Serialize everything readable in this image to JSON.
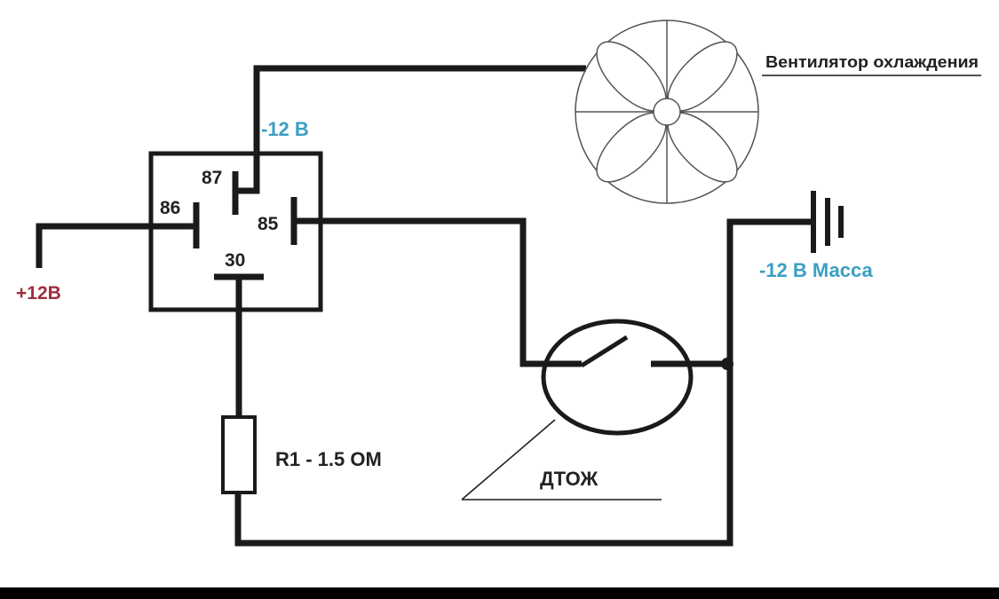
{
  "labels": {
    "fan": "Вентилятор охлаждения",
    "minus12v_top": "-12 В",
    "pin87": "87",
    "pin86": "86",
    "pin85": "85",
    "pin30": "30",
    "plus12v": "+12В",
    "ground": "-12 В Масса",
    "resistor": "R1 - 1.5 ОМ",
    "sensor": "ДТОЖ"
  },
  "icons": {
    "fan": "fan-icon",
    "ground": "ground-icon",
    "resistor": "resistor-icon",
    "sensor": "temperature-switch-icon"
  },
  "colors": {
    "wire": "#1a1a1a",
    "label_dark": "#222222",
    "label_blue": "#3a9fc4",
    "label_red": "#a02c3c",
    "fan_lines": "#555555"
  }
}
